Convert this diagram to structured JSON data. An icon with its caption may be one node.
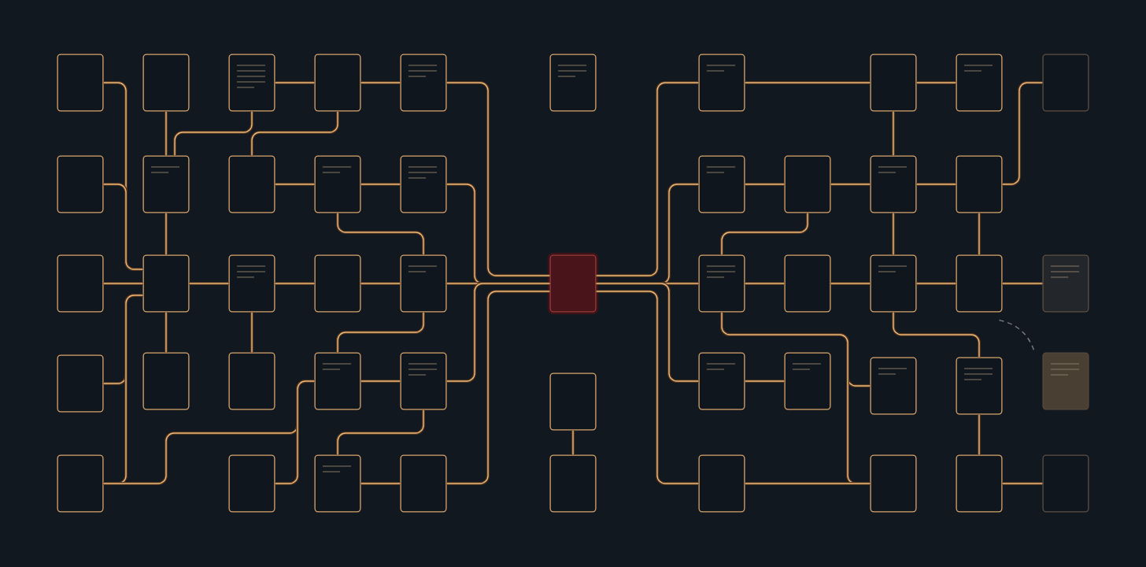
{
  "diagram": {
    "nodes": [
      {
        "text": [],
        "shape": "box"
      },
      {
        "text": [],
        "shape": "box"
      },
      {
        "text": [],
        "shape": "box"
      },
      {
        "text": [],
        "shape": "box"
      },
      {
        "text": [],
        "shape": "box"
      },
      {
        "text": [],
        "shape": "box"
      },
      {
        "text": [],
        "shape": "box"
      },
      {
        "text": [],
        "shape": "box"
      },
      {
        "text": [],
        "shape": "box"
      },
      {
        "text": [],
        "shape": "box"
      },
      {
        "text": [],
        "shape": "box"
      },
      {
        "text": [],
        "shape": "box"
      },
      {
        "text": [],
        "shape": "box"
      },
      {
        "text": [],
        "shape": "box"
      },
      {
        "text": [],
        "shape": "box"
      },
      {
        "text": [],
        "shape": "box"
      },
      {
        "text": [],
        "shape": "box"
      },
      {
        "text": [],
        "shape": "box"
      },
      {
        "text": [],
        "shape": "box"
      },
      {
        "text": [],
        "shape": "box"
      },
      {
        "text": [],
        "shape": "box"
      },
      {
        "text": [],
        "shape": "box"
      },
      {
        "text": [],
        "shape": "box"
      },
      {
        "text": [],
        "shape": "box"
      },
      {
        "text": [],
        "shape": "box"
      },
      {
        "text": [],
        "shape": "box"
      },
      {
        "text": [],
        "shape": "box"
      },
      {
        "text": [],
        "shape": "box"
      },
      {
        "text": [],
        "shape": "box"
      },
      {
        "text": [],
        "shape": "box"
      },
      {
        "text": [],
        "shape": "box"
      },
      {
        "text": [],
        "shape": "box"
      },
      {
        "text": [],
        "shape": "box"
      },
      {
        "text": [],
        "shape": "box"
      },
      {
        "text": [],
        "shape": "box"
      },
      {
        "text": [],
        "shape": "box"
      },
      {
        "text": [],
        "shape": "box"
      },
      {
        "text": [],
        "shape": "box"
      },
      {
        "text": [],
        "shape": "box"
      },
      {
        "text": [],
        "shape": "box"
      },
      {
        "text": [],
        "shape": "box"
      },
      {
        "text": [],
        "shape": "box"
      },
      {
        "text": [],
        "shape": "box"
      },
      {
        "text": [],
        "shape": "box"
      },
      {
        "text": [],
        "shape": "box"
      },
      {
        "text": [],
        "shape": "box"
      },
      {
        "text": [],
        "shape": "box"
      },
      {
        "text": [],
        "shape": "box"
      },
      {
        "text": [],
        "shape": "box"
      },
      {
        "text": [],
        "shape": "box"
      }
    ],
    "edges": [
      {
        "from": 0,
        "to": 20,
        "arrow": "none"
      },
      {
        "from": 10,
        "to": 20,
        "arrow": "none"
      },
      {
        "from": 19,
        "to": 20,
        "arrow": "none"
      },
      {
        "from": 30,
        "to": 20,
        "arrow": "none"
      },
      {
        "from": 41,
        "to": 20,
        "arrow": "none"
      },
      {
        "from": 1,
        "to": 11,
        "arrow": "none"
      },
      {
        "from": 2,
        "to": 11,
        "arrow": "none"
      },
      {
        "from": 3,
        "to": 12,
        "arrow": "none"
      },
      {
        "from": 2,
        "to": 3,
        "arrow": "none"
      },
      {
        "from": 3,
        "to": 4,
        "arrow": "none"
      },
      {
        "from": 4,
        "to": 24,
        "arrow": "none"
      },
      {
        "from": 11,
        "to": 20,
        "arrow": "none"
      },
      {
        "from": 12,
        "to": 13,
        "arrow": "none"
      },
      {
        "from": 13,
        "to": 14,
        "arrow": "none"
      },
      {
        "from": 14,
        "to": 24,
        "arrow": "none"
      },
      {
        "from": 13,
        "to": 23,
        "arrow": "none"
      },
      {
        "from": 20,
        "to": 21,
        "arrow": "none"
      },
      {
        "from": 21,
        "to": 22,
        "arrow": "none"
      },
      {
        "from": 22,
        "to": 23,
        "arrow": "none"
      },
      {
        "from": 23,
        "to": 24,
        "arrow": "none"
      },
      {
        "from": 20,
        "to": 31,
        "arrow": "none"
      },
      {
        "from": 21,
        "to": 32,
        "arrow": "none"
      },
      {
        "from": 23,
        "to": 33,
        "arrow": "none"
      },
      {
        "from": 33,
        "to": 34,
        "arrow": "none"
      },
      {
        "from": 34,
        "to": 24,
        "arrow": "none"
      },
      {
        "from": 41,
        "to": 33,
        "arrow": "none"
      },
      {
        "from": 42,
        "to": 33,
        "arrow": "none"
      },
      {
        "from": 34,
        "to": 43,
        "arrow": "none"
      },
      {
        "from": 43,
        "to": 44,
        "arrow": "none"
      },
      {
        "from": 44,
        "to": 24,
        "arrow": "none"
      },
      {
        "from": 24,
        "to": 6,
        "arrow": "none"
      },
      {
        "from": 24,
        "to": 15,
        "arrow": "none"
      },
      {
        "from": 24,
        "to": 25,
        "arrow": "none"
      },
      {
        "from": 24,
        "to": 36,
        "arrow": "none"
      },
      {
        "from": 24,
        "to": 46,
        "arrow": "none"
      },
      {
        "from": 6,
        "to": 7,
        "arrow": "none"
      },
      {
        "from": 7,
        "to": 8,
        "arrow": "none"
      },
      {
        "from": 7,
        "to": 17,
        "arrow": "none"
      },
      {
        "from": 18,
        "to": 9,
        "arrow": "none"
      },
      {
        "from": 15,
        "to": 16,
        "arrow": "none"
      },
      {
        "from": 16,
        "to": 17,
        "arrow": "none"
      },
      {
        "from": 17,
        "to": 18,
        "arrow": "none"
      },
      {
        "from": 16,
        "to": 25,
        "arrow": "none"
      },
      {
        "from": 17,
        "to": 27,
        "arrow": "none"
      },
      {
        "from": 18,
        "to": 28,
        "arrow": "none"
      },
      {
        "from": 25,
        "to": 26,
        "arrow": "none"
      },
      {
        "from": 26,
        "to": 27,
        "arrow": "none"
      },
      {
        "from": 27,
        "to": 28,
        "arrow": "none"
      },
      {
        "from": 28,
        "to": 29,
        "arrow": "none"
      },
      {
        "from": 25,
        "to": 38,
        "arrow": "none"
      },
      {
        "from": 25,
        "to": 47,
        "arrow": "none"
      },
      {
        "from": 27,
        "to": 39,
        "arrow": "none"
      },
      {
        "from": 36,
        "to": 37,
        "arrow": "none"
      },
      {
        "from": 39,
        "to": 48,
        "arrow": "none"
      },
      {
        "from": 46,
        "to": 47,
        "arrow": "none"
      },
      {
        "from": 48,
        "to": 49,
        "arrow": "none"
      },
      {
        "from": 45,
        "to": 35,
        "arrow": "none"
      },
      {
        "from": 28,
        "to": 40,
        "arrow": "none",
        "style": "dashed",
        "color": "#7d8087"
      }
    ]
  }
}
